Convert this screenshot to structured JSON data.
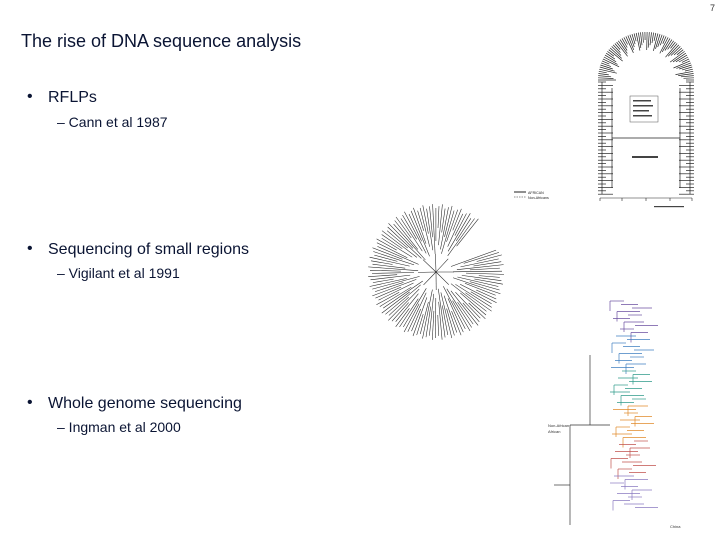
{
  "slide": {
    "page_number": "7",
    "title": "The rise of DNA sequence analysis",
    "bullet_symbol": "•",
    "items": [
      {
        "label": "RFLPs",
        "sub": "– Cann et al 1987"
      },
      {
        "label": "Sequencing of small regions",
        "sub": "– Vigilant et al 1991"
      },
      {
        "label": "Whole genome sequencing",
        "sub": "– Ingman et al 2000"
      }
    ]
  },
  "figures": {
    "circular_tree_legend": [
      "AFRICAN",
      "Non-Africans"
    ],
    "whole_genome_tree_labels": [
      "Non-African",
      "African",
      "China"
    ]
  }
}
